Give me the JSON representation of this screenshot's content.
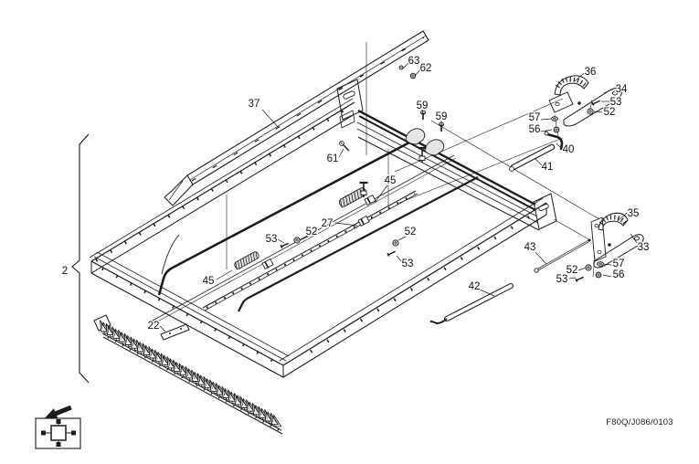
{
  "figure": {
    "code": "F80Q/J086/0103"
  },
  "colors": {
    "line": "#1c1c1c",
    "background": "#ffffff",
    "clip_fill": "#e6e6e6"
  },
  "icons": {
    "direction_arrow": "direction-arrow-icon",
    "machine_locator": "machine-locator-icon"
  },
  "callouts": [
    {
      "label": "2"
    },
    {
      "label": "22"
    },
    {
      "label": "27"
    },
    {
      "label": "33"
    },
    {
      "label": "34"
    },
    {
      "label": "35"
    },
    {
      "label": "36"
    },
    {
      "label": "37"
    },
    {
      "label": "40"
    },
    {
      "label": "41"
    },
    {
      "label": "42"
    },
    {
      "label": "43"
    },
    {
      "label": "45"
    },
    {
      "label": "45"
    },
    {
      "label": "52"
    },
    {
      "label": "52"
    },
    {
      "label": "52"
    },
    {
      "label": "52"
    },
    {
      "label": "53"
    },
    {
      "label": "53"
    },
    {
      "label": "53"
    },
    {
      "label": "53"
    },
    {
      "label": "56"
    },
    {
      "label": "56"
    },
    {
      "label": "57"
    },
    {
      "label": "57"
    },
    {
      "label": "59"
    },
    {
      "label": "59"
    },
    {
      "label": "61"
    },
    {
      "label": "62"
    },
    {
      "label": "63"
    }
  ]
}
